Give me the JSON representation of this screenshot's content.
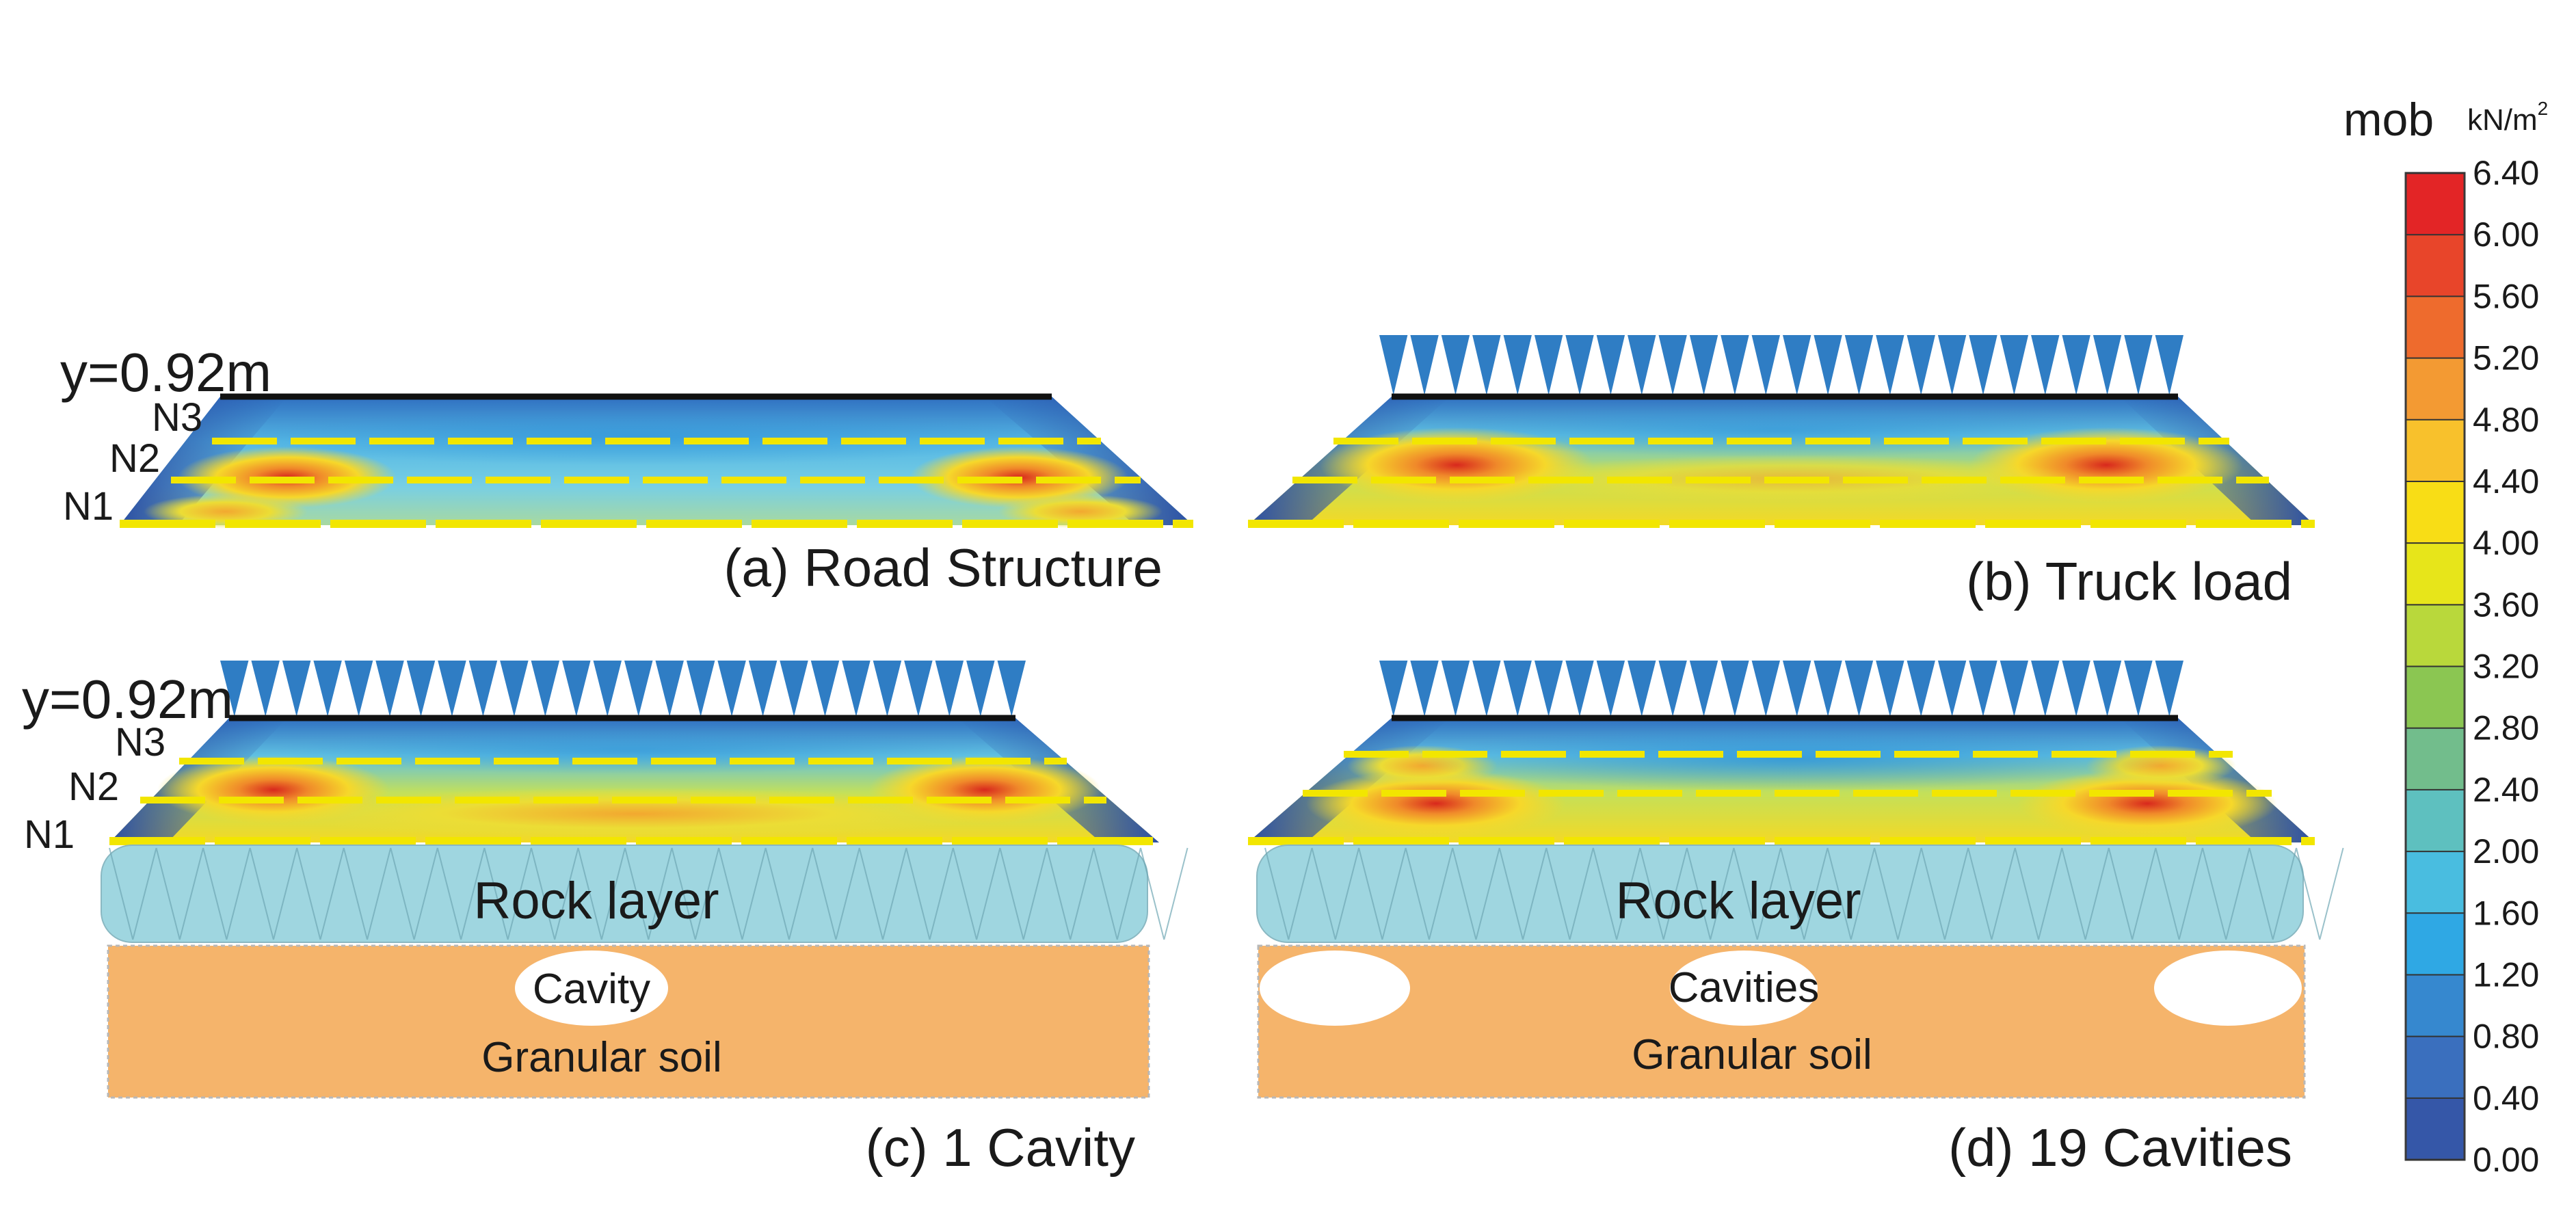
{
  "panels": [
    {
      "id": "a",
      "caption": "(a) Road Structure",
      "y_label": "y=0.92m",
      "layer_labels": [
        "N3",
        "N2",
        "N1"
      ],
      "load": false
    },
    {
      "id": "b",
      "caption": "(b) Truck load",
      "load": true
    },
    {
      "id": "c",
      "caption": "(c) 1 Cavity",
      "y_label": "y=0.92m",
      "layer_labels": [
        "N3",
        "N2",
        "N1"
      ],
      "load": true,
      "rock_label": "Rock layer",
      "cavity_label": "Cavity",
      "soil_label": "Granular soil"
    },
    {
      "id": "d",
      "caption": "(d) 19 Cavities",
      "load": true,
      "rock_label": "Rock layer",
      "cavity_label": "Cavities",
      "soil_label": "Granular soil"
    }
  ],
  "colorbar": {
    "title": "mob",
    "unit": "kN/m",
    "unit_sup": "2",
    "ticks": [
      "6.40",
      "6.00",
      "5.60",
      "5.20",
      "4.80",
      "4.40",
      "4.00",
      "3.60",
      "3.20",
      "2.80",
      "2.40",
      "2.00",
      "1.60",
      "1.20",
      "0.80",
      "0.40",
      "0.00"
    ],
    "colors": [
      "#e32526",
      "#e8452a",
      "#ee6b2d",
      "#f39a33",
      "#f8c12c",
      "#f8dd16",
      "#e7e51a",
      "#b9d83b",
      "#8bc652",
      "#72bd8c",
      "#5ec0bf",
      "#49bde0",
      "#2fa8e4",
      "#3688cf",
      "#3a6fbe",
      "#3557a8"
    ]
  },
  "colors": {
    "load_arrow": "#2f7dc4",
    "layer_line": "#f2e600",
    "rock": "#9fd6e0",
    "soil": "#f5b46b",
    "cavity": "#ffffff",
    "stress_low": "#2f6fc0",
    "stress_mid": "#6cc9e6",
    "stress_high": "#e8401f"
  }
}
